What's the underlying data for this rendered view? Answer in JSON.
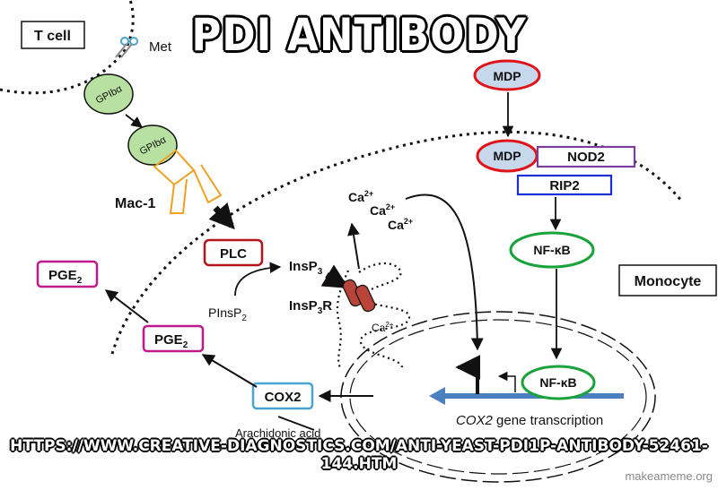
{
  "meme": {
    "top_text": "PDI ANTIBODY",
    "bottom_text": "HTTPS://WWW.CREATIVE-DIAGNOSTICS.COM/ANTI-YEAST-PDI1P-ANTIBODY-52461-144.HTM",
    "watermark": "makeameme.org"
  },
  "diagram": {
    "t_cell": "T cell",
    "met_partial": "Met",
    "gp1": "GPIbα",
    "gp2": "GPIbα",
    "mac1": "Mac-1",
    "plc": "PLC",
    "pinsp2": "PInsP",
    "pinsp2_sub": "2",
    "insp3": "InsP",
    "insp3_sub": "3",
    "insp3r": "InsP",
    "insp3r_sub": "3",
    "insp3r_tail": "R",
    "ca": "Ca",
    "ca_sup": "2+",
    "pge_base": "PGE",
    "pge_sub": "2",
    "cox2": "COX2",
    "arach": "Arachidonic acid",
    "mdp": "MDP",
    "nod2": "NOD2",
    "rip2": "RIP2",
    "nfkb": "NF-κB",
    "monocyte": "Monocyte",
    "gene_italic": "COX2",
    "gene_rest": " gene transcription"
  },
  "colors": {
    "pge_border": "#c2188b",
    "plc_border": "#b3131b",
    "cox2_border": "#4aa3cf",
    "mdp_border": "#e1131a",
    "mdp_fill": "#c8d8ec",
    "nod2_border": "#7a3f9b",
    "rip2_border": "#1a2fd6",
    "nfkb_border": "#19a33a",
    "gp_fill": "#b8e0a0",
    "mac1_border": "#f0a020",
    "receptor_fill": "#b8443a",
    "dna_blue": "#4a7fc0"
  }
}
